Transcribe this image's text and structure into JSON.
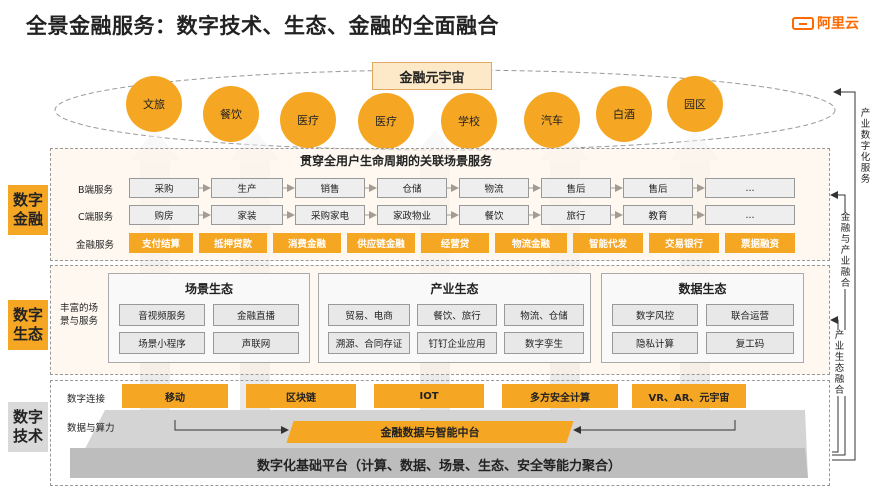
{
  "title": "全景金融服务：数字技术、生态、金融的全面融合",
  "logo_text": "阿里云",
  "metaverse": {
    "title": "金融元宇宙",
    "bubbles": [
      "文旅",
      "餐饮",
      "医疗",
      "医疗",
      "学校",
      "汽车",
      "白酒",
      "园区"
    ]
  },
  "finance_section": {
    "side_label": "数字\n金融",
    "header": "贯穿全用户生命周期的关联场景服务",
    "rows": [
      {
        "label": "B端服务",
        "items": [
          "采购",
          "生产",
          "销售",
          "仓储",
          "物流",
          "售后",
          "售后",
          "..."
        ]
      },
      {
        "label": "C端服务",
        "items": [
          "购房",
          "家装",
          "采购家电",
          "家政物业",
          "餐饮",
          "旅行",
          "教育",
          "..."
        ]
      },
      {
        "label": "金融服务",
        "items": [
          "支付结算",
          "抵押贷款",
          "消费金融",
          "供应链金融",
          "经营贷",
          "物流金融",
          "智能代发",
          "交易银行",
          "票据融资"
        ]
      }
    ]
  },
  "ecology_section": {
    "side_label": "数字\n生态",
    "note": "丰富的场\n景与服务",
    "groups": [
      {
        "title": "场景生态",
        "items": [
          "音视频服务",
          "金融直播",
          "场景小程序",
          "声联网"
        ]
      },
      {
        "title": "产业生态",
        "items": [
          "贸易、电商",
          "餐饮、旅行",
          "物流、仓储",
          "溯源、合同存证",
          "钉钉企业应用",
          "数字孪生"
        ]
      },
      {
        "title": "数据生态",
        "items": [
          "数字风控",
          "联合运营",
          "隐私计算",
          "复工码"
        ]
      }
    ]
  },
  "tech_section": {
    "side_label": "数字\n技术",
    "row_labels": [
      "数字连接",
      "数据与算力"
    ],
    "capabilities": [
      "移动",
      "区块链",
      "IOT",
      "多方安全计算",
      "VR、AR、元宇宙"
    ],
    "center": "金融数据与智能中台",
    "platform": "数字化基础平台（计算、数据、场景、生态、安全等能力聚合）"
  },
  "right_labels": [
    "产业数字化服务",
    "金融与产业融合",
    "产业生态融合"
  ],
  "colors": {
    "accent": "#f5a623",
    "brand": "#ff6a00"
  }
}
